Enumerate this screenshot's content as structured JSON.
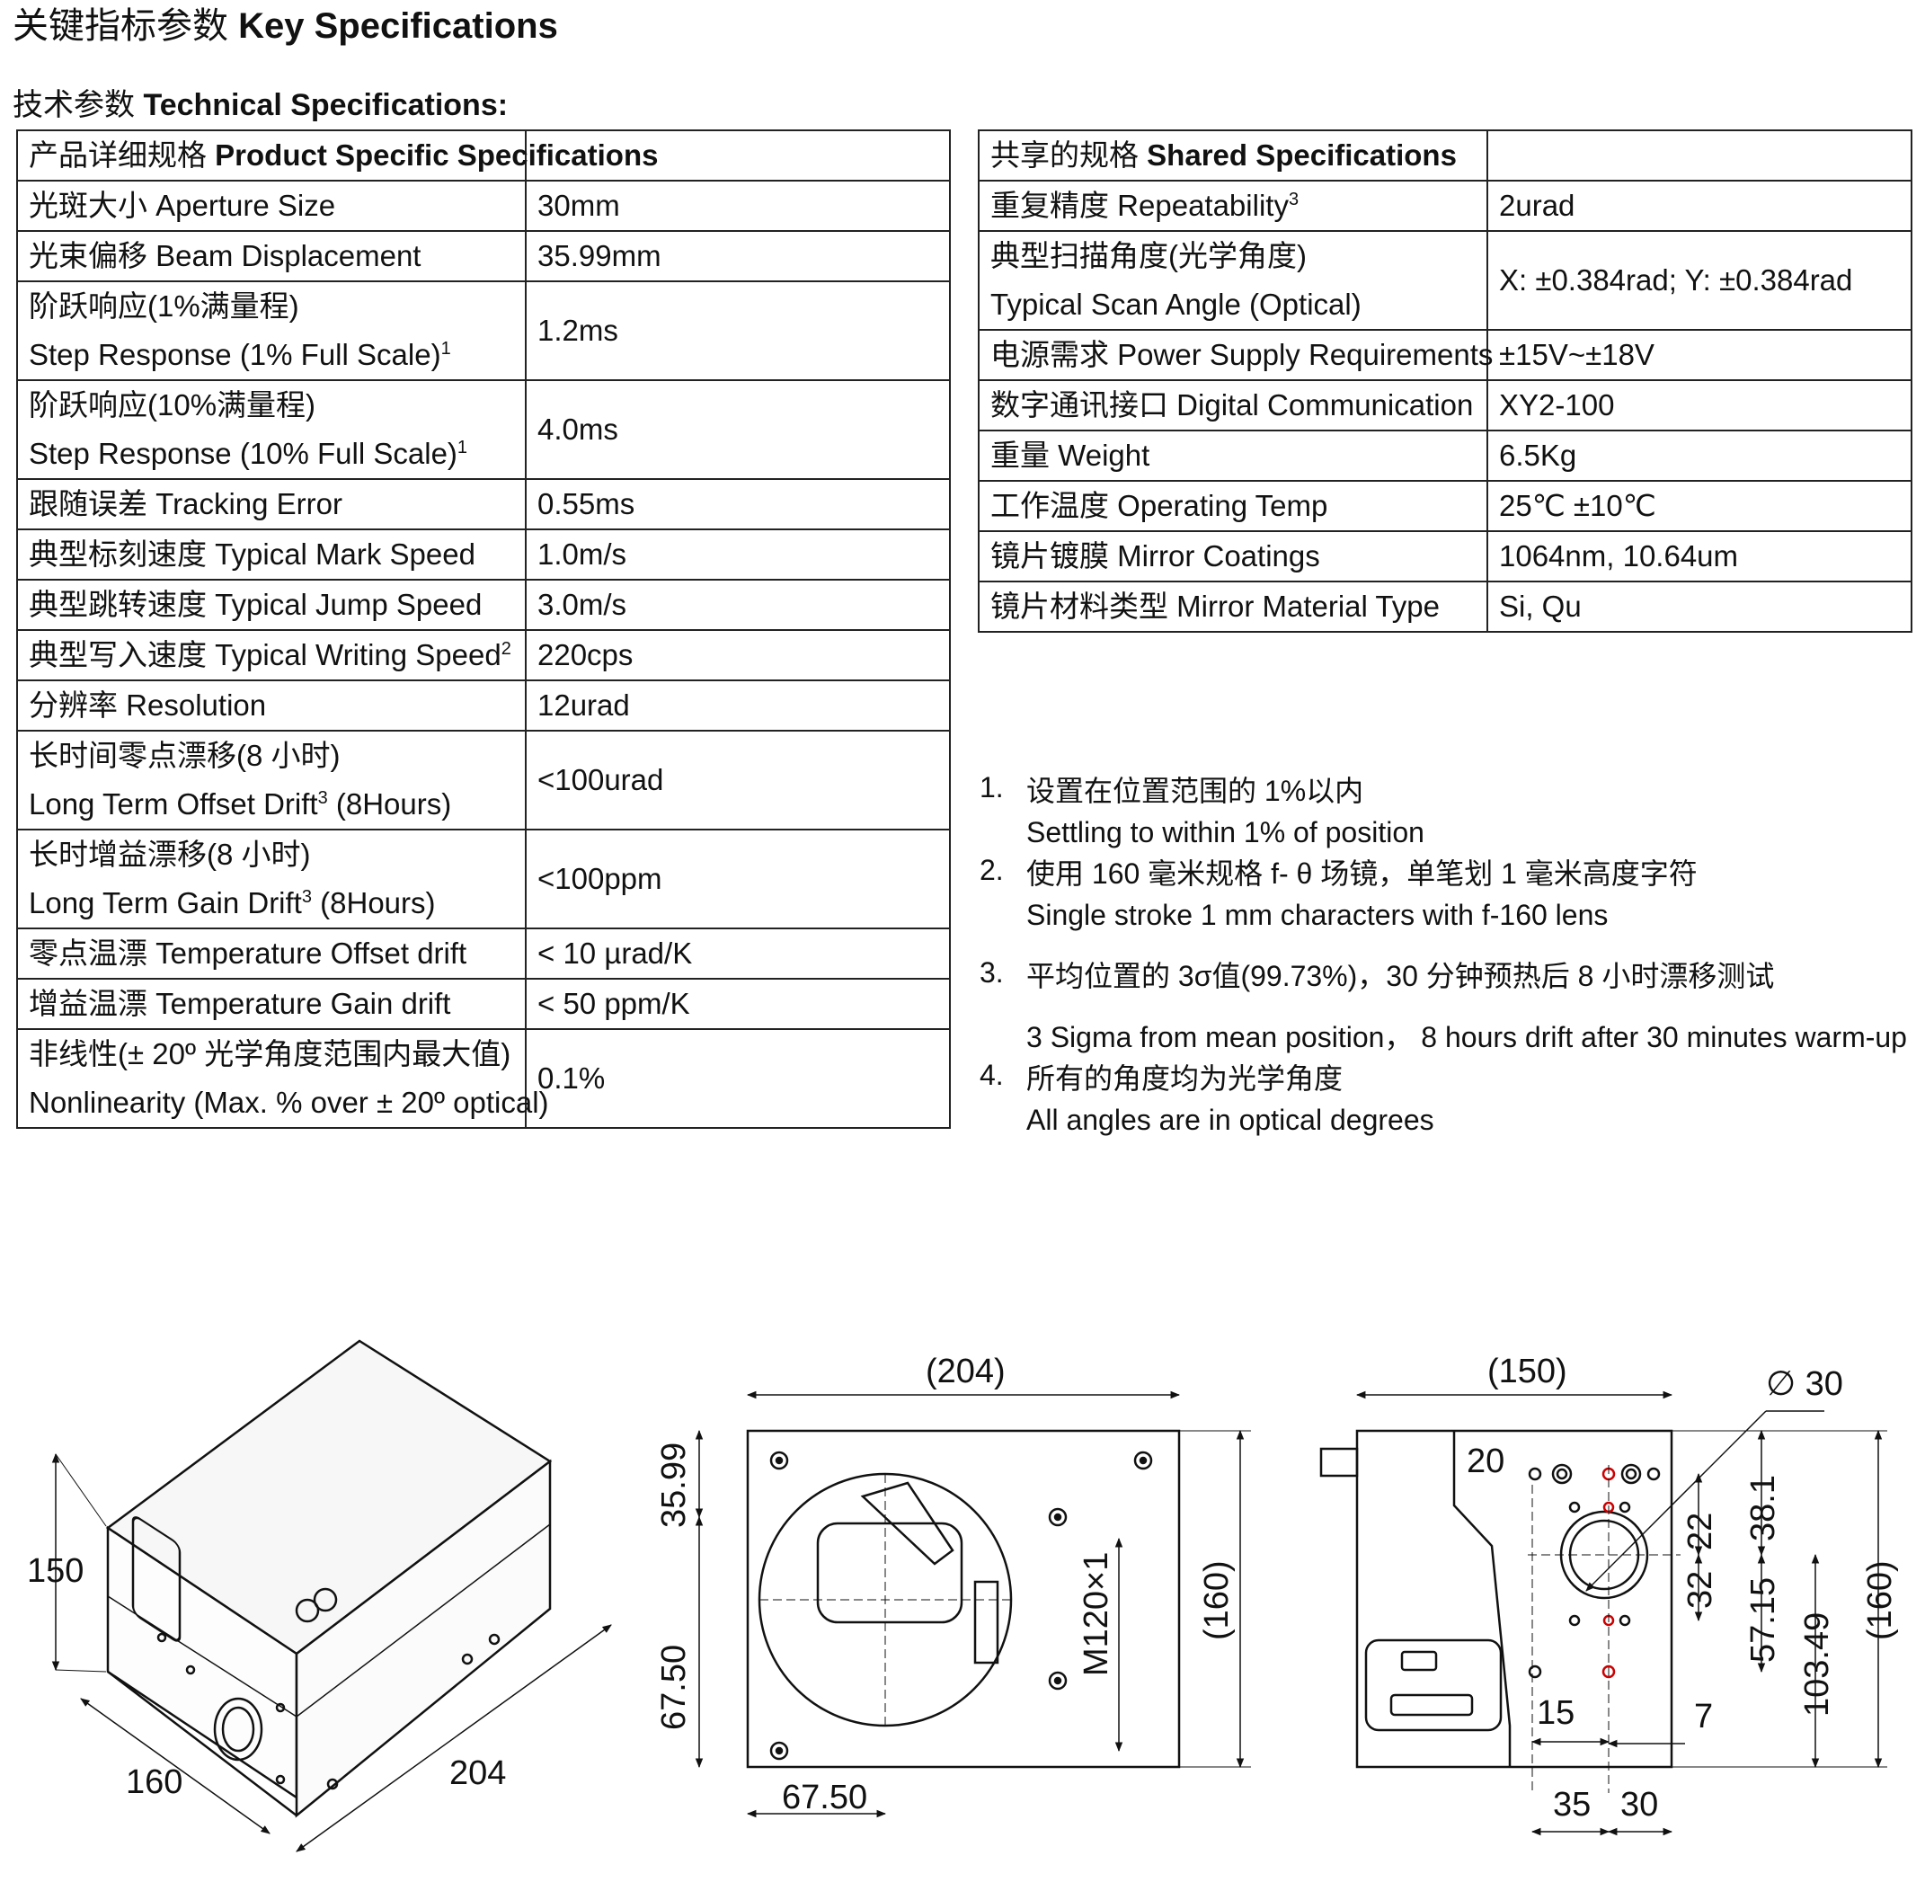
{
  "page": {
    "title_zh": "关键指标参数",
    "title_en": "Key Specifications",
    "subtitle_zh": "技术参数",
    "subtitle_en": "Technical Specifications:"
  },
  "left_table": {
    "header_zh": "产品详细规格",
    "header_en": "Product Specific Specifications",
    "rows": [
      {
        "zh": "光斑大小",
        "en": "Aperture Size",
        "value": "30mm"
      },
      {
        "zh": "光束偏移",
        "en": "Beam Displacement",
        "value": "35.99mm"
      },
      {
        "zh": "阶跃响应(1%满量程)",
        "en": "Step Response (1% Full Scale)",
        "sup": "1",
        "value": "1.2ms"
      },
      {
        "zh": "阶跃响应(10%满量程)",
        "en": "Step Response (10% Full Scale)",
        "sup": "1",
        "value": "4.0ms"
      },
      {
        "zh": "跟随误差",
        "en": "Tracking Error",
        "value": "0.55ms"
      },
      {
        "zh": "典型标刻速度",
        "en": "Typical Mark Speed",
        "value": "1.0m/s"
      },
      {
        "zh": "典型跳转速度",
        "en": "Typical Jump Speed",
        "value": "3.0m/s"
      },
      {
        "zh": "典型写入速度",
        "en": "Typical Writing Speed",
        "sup": "2",
        "value": "220cps"
      },
      {
        "zh": "分辨率",
        "en": "Resolution",
        "value": "12urad"
      },
      {
        "zh": "长时间零点漂移(8 小时)",
        "en": "Long Term Offset Drift",
        "sup": "3",
        "en_tail": "(8Hours)",
        "value": "<100urad"
      },
      {
        "zh": "长时增益漂移(8 小时)",
        "en": "Long Term Gain Drift",
        "sup": "3",
        "en_tail": "(8Hours)",
        "value": "<100ppm"
      },
      {
        "zh": "零点温漂",
        "en": "Temperature Offset drift",
        "value": "< 10 µrad/K"
      },
      {
        "zh": "增益温漂",
        "en": "Temperature Gain drift",
        "value": "< 50 ppm/K"
      },
      {
        "zh": "非线性(± 20º  光学角度范围内最大值)",
        "en": "Nonlinearity (Max. % over ± 20º optical)",
        "value": "0.1%"
      }
    ]
  },
  "right_table": {
    "header_zh": "共享的规格",
    "header_en": "Shared Specifications",
    "rows": [
      {
        "zh": "重复精度",
        "en": "Repeatability",
        "sup": "3",
        "value": "2urad"
      },
      {
        "zh": "典型扫描角度(光学角度)",
        "en": "Typical Scan Angle (Optical)",
        "value": "X:  ±0.384rad;    Y:  ±0.384rad"
      },
      {
        "zh": "电源需求",
        "en": "Power Supply Requirements",
        "value": "±15V~±18V"
      },
      {
        "zh": "数字通讯接口",
        "en": "Digital Communication",
        "value": "XY2-100"
      },
      {
        "zh": "重量",
        "en": "Weight",
        "value": "6.5Kg"
      },
      {
        "zh": "工作温度",
        "en": "Operating Temp",
        "value": "25℃ ±10℃"
      },
      {
        "zh": "镜片镀膜",
        "en": "Mirror Coatings",
        "value": "1064nm, 10.64um"
      },
      {
        "zh": "镜片材料类型",
        "en": "Mirror Material Type",
        "value": "Si, Qu"
      }
    ]
  },
  "notes": [
    {
      "num": "1.",
      "zh": "设置在位置范围的 1%以内",
      "en": "Settling to within 1% of position"
    },
    {
      "num": "2.",
      "zh": "使用 160 毫米规格 f- θ 场镜，单笔划 1 毫米高度字符",
      "en": "Single stroke 1 mm characters with f-160 lens"
    },
    {
      "num": "3.",
      "zh": "平均位置的 3σ值(99.73%)，30 分钟预热后 8 小时漂移测试",
      "en": "3 Sigma from mean position，  8 hours drift after 30 minutes warm-up"
    },
    {
      "num": "4.",
      "zh": "所有的角度均为光学角度",
      "en": "All angles are in optical degrees"
    }
  ],
  "drawing": {
    "iso": {
      "height": "150",
      "depth": "160",
      "width": "204"
    },
    "top": {
      "width": "(204)",
      "offset_top": "35.99",
      "offset_left": "67.50",
      "offset_bottom": "67.50",
      "thread": "M120×1",
      "height": "(160)"
    },
    "side": {
      "width": "(150)",
      "aperture": "∅ 30",
      "d20": "20",
      "d22": "22",
      "d38": "38.1",
      "d32": "32",
      "d57": "57.15",
      "d103": "103.49",
      "d15": "15",
      "d7": "7",
      "d35": "35",
      "d30": "30",
      "height": "(160)"
    }
  }
}
